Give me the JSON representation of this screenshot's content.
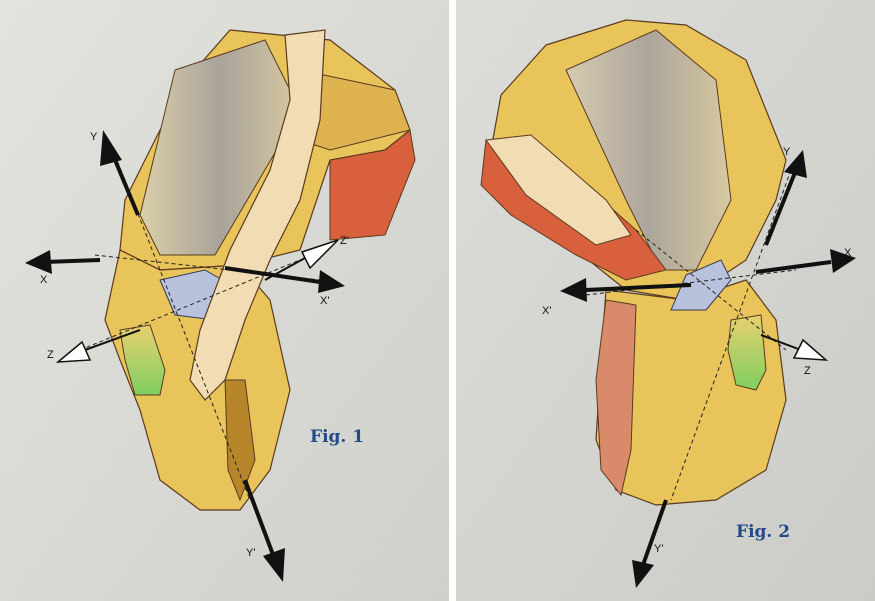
{
  "figures": [
    {
      "caption": "Fig. 1",
      "axis_labels": {
        "y": "Y",
        "y_prime": "Y'",
        "x": "X",
        "x_prime": "X'",
        "z": "Z",
        "z_prime": "Z'"
      }
    },
    {
      "caption": "Fig. 2",
      "axis_labels": {
        "y": "Y",
        "y_prime": "Y'",
        "x": "X",
        "x_prime": "X'",
        "z": "Z"
      }
    }
  ],
  "colors": {
    "page": "#d9dad6",
    "bone": "#e8c45a",
    "bone_dark": "#c89a3a",
    "shaft_grey": "#b9aea0",
    "tendon": "#f1dcb4",
    "muscle_red": "#d9603d",
    "meniscus": "#b9c2dc",
    "ligament_green": "#8fcf5a",
    "arrow": "#111111",
    "caption": "#234a8a"
  }
}
